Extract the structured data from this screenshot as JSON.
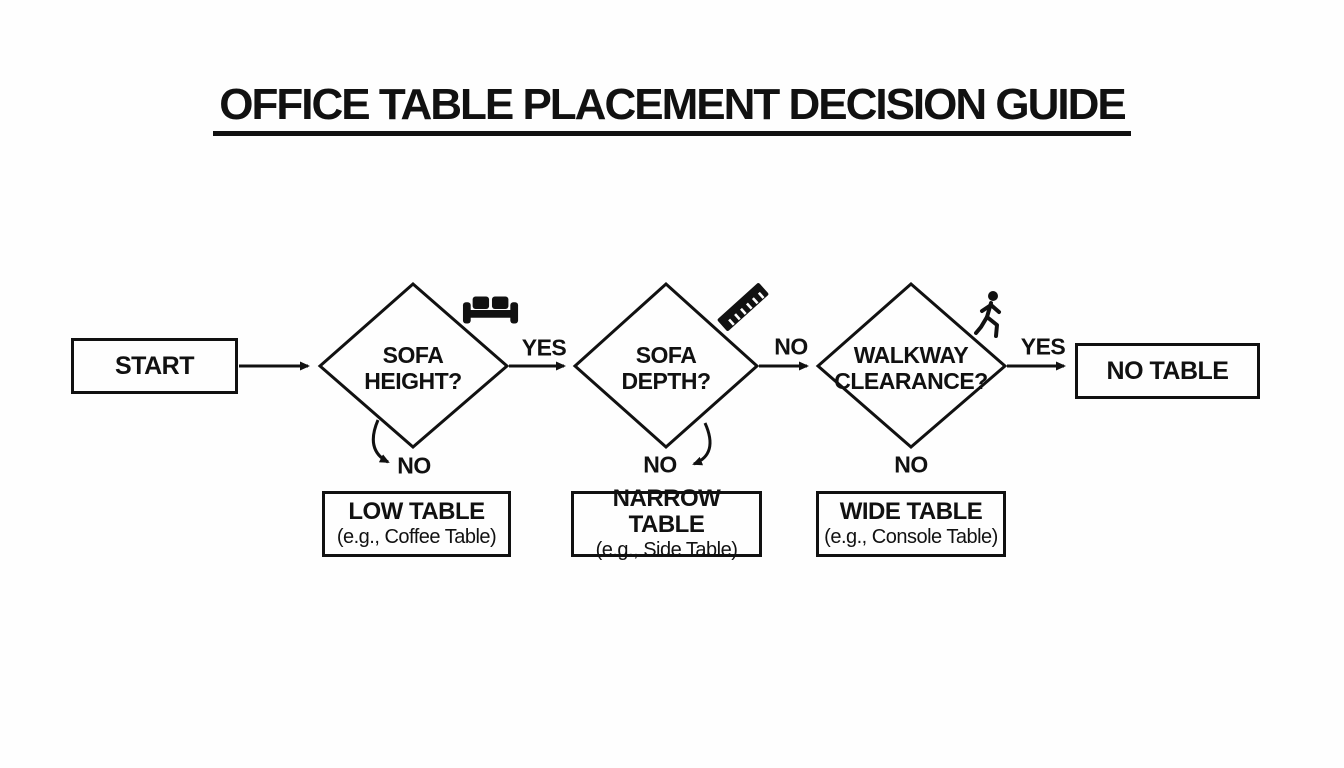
{
  "title": "OFFICE TABLE PLACEMENT DECISION GUIDE",
  "colors": {
    "ink": "#111111",
    "background": "#fefefe"
  },
  "flow": {
    "start_label": "START",
    "end_label": "NO TABLE",
    "decisions": [
      {
        "line1": "SOFA",
        "line2": "HEIGHT?",
        "icon": "sofa-icon",
        "right_label": "YES",
        "down_label": "NO"
      },
      {
        "line1": "SOFA",
        "line2": "DEPTH?",
        "icon": "ruler-icon",
        "right_label": "NO",
        "down_label": "NO"
      },
      {
        "line1": "WALKWAY",
        "line2": "CLEARANCE?",
        "icon": "walking-person-icon",
        "right_label": "YES",
        "down_label": "NO"
      }
    ],
    "results": [
      {
        "name": "LOW TABLE",
        "example": "(e.g., Coffee Table)"
      },
      {
        "name": "NARROW TABLE",
        "example": "(e.g., Side Table)"
      },
      {
        "name": "WIDE TABLE",
        "example": "(e.g., Console Table)"
      }
    ]
  }
}
